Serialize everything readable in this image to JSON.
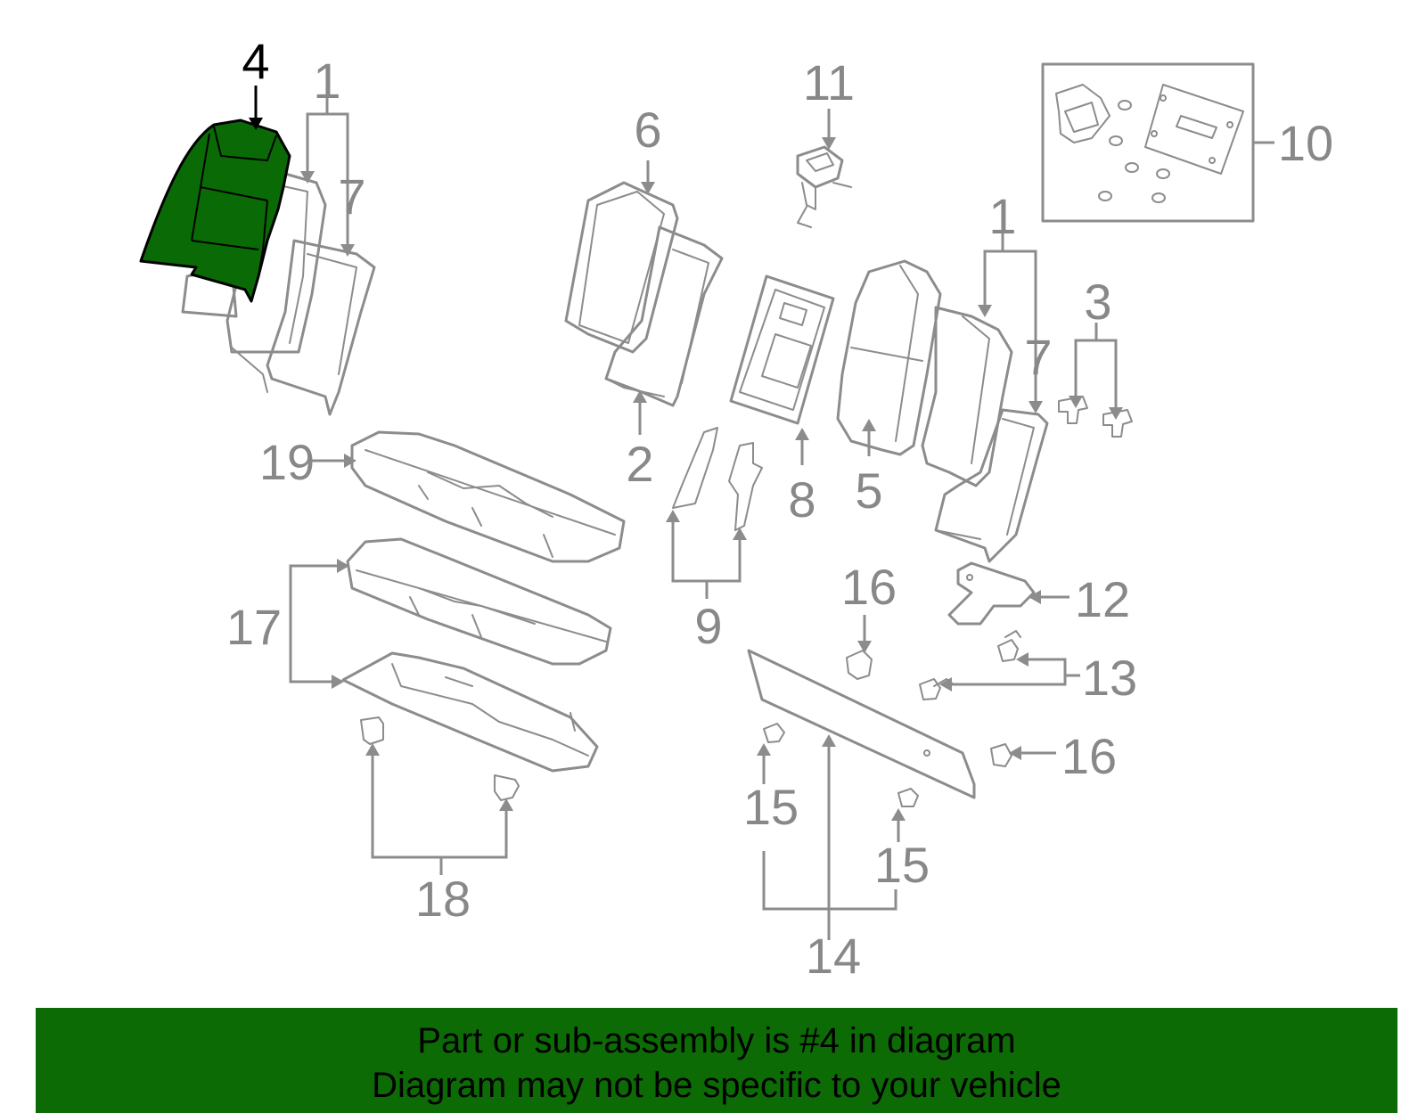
{
  "diagram": {
    "callouts": {
      "c1a": "1",
      "c1b": "1",
      "c2": "2",
      "c3": "3",
      "c4": "4",
      "c5": "5",
      "c6": "6",
      "c7a": "7",
      "c7b": "7",
      "c8": "8",
      "c9": "9",
      "c10": "10",
      "c11": "11",
      "c12": "12",
      "c13": "13",
      "c14": "14",
      "c15a": "15",
      "c15b": "15",
      "c16a": "16",
      "c16b": "16",
      "c17": "17",
      "c18": "18",
      "c19": "19"
    },
    "highlighted_part": "4",
    "highlight_color": "#0a6a06",
    "line_color": "#8c8c8c"
  },
  "banner": {
    "line1": "Part or sub-assembly is #4 in diagram",
    "line2": "Diagram may not be specific to your vehicle",
    "background": "#0d6b05"
  }
}
